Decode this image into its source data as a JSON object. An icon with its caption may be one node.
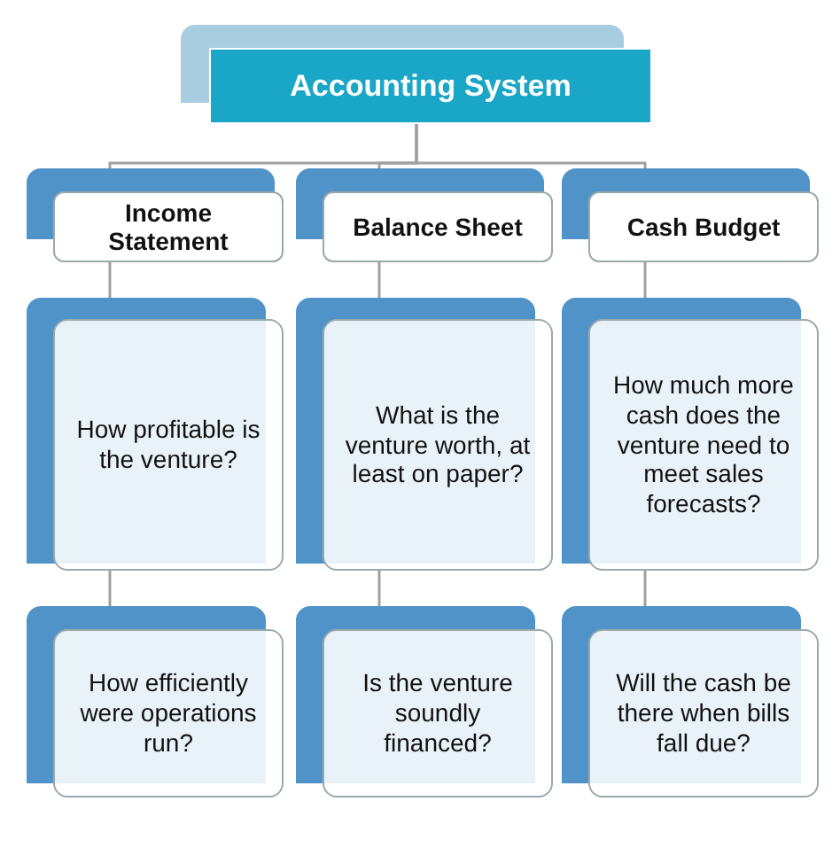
{
  "diagram": {
    "nodes": [
      {
        "text": [
          "Accounting System"
        ]
      },
      {
        "text": [
          "Income Statement"
        ]
      },
      {
        "text": [
          "Balance Sheet"
        ]
      },
      {
        "text": [
          "Cash Budget"
        ]
      },
      {
        "text": [
          "How profitable is the venture?"
        ]
      },
      {
        "text": [
          "What is the venture worth, at least on paper?"
        ]
      },
      {
        "text": [
          "How much more cash does the venture need to meet sales forecasts?"
        ]
      },
      {
        "text": [
          "How efficiently were operations run?"
        ]
      },
      {
        "text": [
          "Is the venture soundly financed?"
        ]
      },
      {
        "text": [
          "Will the cash be there when bills fall due?"
        ]
      }
    ],
    "edges": [
      {
        "from": 0,
        "to": 1,
        "arrow": "none"
      },
      {
        "from": 0,
        "to": 2,
        "arrow": "none"
      },
      {
        "from": 0,
        "to": 3,
        "arrow": "none"
      },
      {
        "from": 1,
        "to": 4,
        "arrow": "none"
      },
      {
        "from": 2,
        "to": 5,
        "arrow": "none"
      },
      {
        "from": 3,
        "to": 6,
        "arrow": "none"
      },
      {
        "from": 4,
        "to": 7,
        "arrow": "none"
      },
      {
        "from": 5,
        "to": 8,
        "arrow": "none"
      },
      {
        "from": 6,
        "to": 9,
        "arrow": "none"
      }
    ]
  }
}
